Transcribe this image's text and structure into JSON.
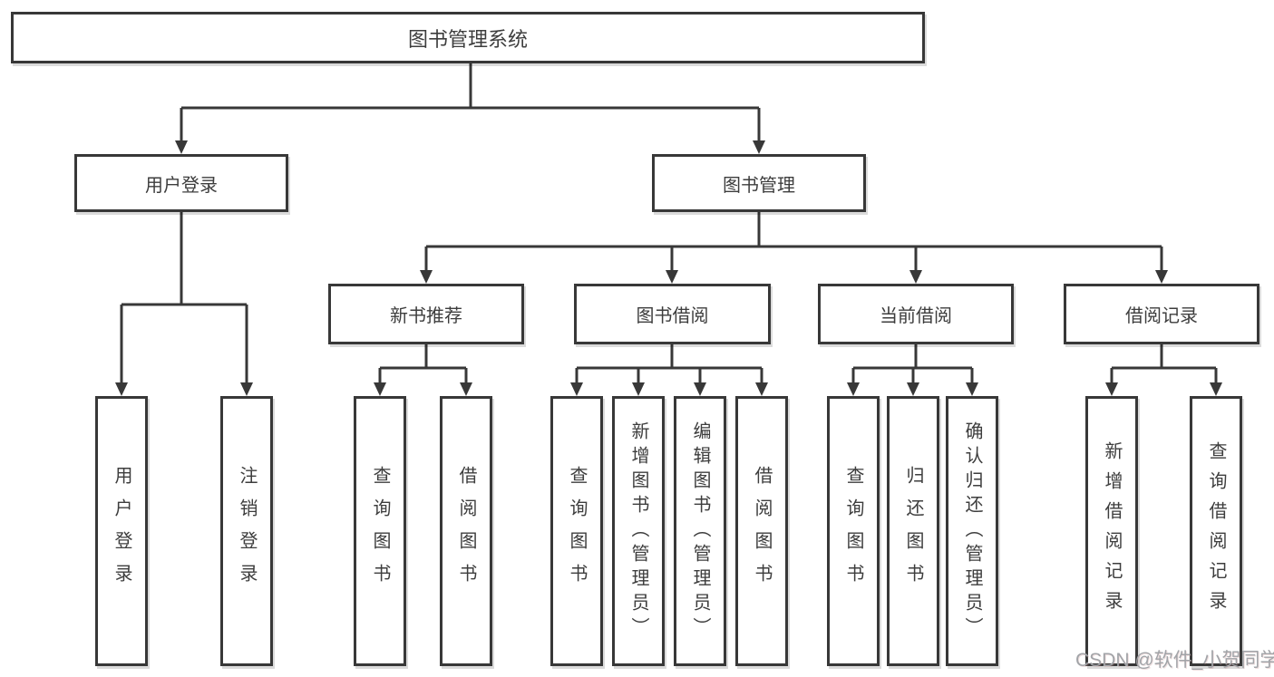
{
  "tree": {
    "label": "图书管理系统",
    "children": [
      {
        "label": "用户登录",
        "children": [
          {
            "label": "用户登录"
          },
          {
            "label": "注销登录"
          }
        ]
      },
      {
        "label": "图书管理",
        "children": [
          {
            "label": "新书推荐",
            "children": [
              {
                "label": "查询图书"
              },
              {
                "label": "借阅图书"
              }
            ]
          },
          {
            "label": "图书借阅",
            "children": [
              {
                "label": "查询图书"
              },
              {
                "label": "新增图书（管理员）"
              },
              {
                "label": "编辑图书（管理员）"
              },
              {
                "label": "借阅图书"
              }
            ]
          },
          {
            "label": "当前借阅",
            "children": [
              {
                "label": "查询图书"
              },
              {
                "label": "归还图书"
              },
              {
                "label": "确认归还（管理员）"
              }
            ]
          },
          {
            "label": "借阅记录",
            "children": [
              {
                "label": "新增借阅记录"
              },
              {
                "label": "查询借阅记录"
              }
            ]
          }
        ]
      }
    ]
  },
  "watermark": {
    "text": "CSDN @软件_小贺同学"
  },
  "colors": {
    "line": "#383838",
    "box_border": "#383838",
    "text": "#3d3d3d",
    "background": "#ffffff",
    "watermark": "#a2a4a8"
  }
}
